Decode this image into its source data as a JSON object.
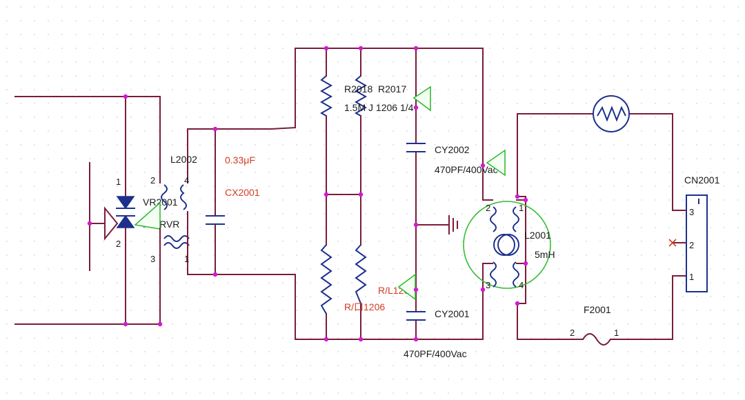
{
  "components": {
    "vr2001": {
      "ref": "VR2001",
      "value": "NC/RVR",
      "pin_top": "1",
      "pin_bottom": "2"
    },
    "l2002": {
      "ref": "L2002",
      "pins": [
        "2",
        "4",
        "3",
        "1"
      ]
    },
    "cx2001": {
      "ref": "CX2001",
      "value": "0.33μF"
    },
    "r2018": {
      "ref": "R2018"
    },
    "r2017": {
      "ref": "R2017",
      "value": "1.5M J 1206 1/4"
    },
    "r_lower_right": {
      "value": "R/L1206"
    },
    "r_lower_left": {
      "value": "R/口1206"
    },
    "cy2002": {
      "ref": "CY2002",
      "value": "470PF/400Vac"
    },
    "cy2001": {
      "ref": "CY2001",
      "value": "470PF/400Vac"
    },
    "l2001": {
      "ref": "L2001",
      "value": "5mH",
      "pins": [
        "2",
        "1",
        "3",
        "4"
      ]
    },
    "f2001": {
      "ref": "F2001",
      "pin_left": "2",
      "pin_right": "1"
    },
    "cn2001": {
      "ref": "CN2001",
      "pins": [
        "3",
        "2",
        "1"
      ]
    }
  },
  "colors": {
    "wire": "#7a1b3a",
    "part": "#1c2f8c",
    "junction": "#d21ad2",
    "net_flag": "#33bb33",
    "value_text_red": "#d33b22"
  },
  "icons": [
    "ground-icon",
    "no-connect-x-icon",
    "ptc-thermistor-icon",
    "tvs-diode-icon",
    "net-flag-icon"
  ]
}
